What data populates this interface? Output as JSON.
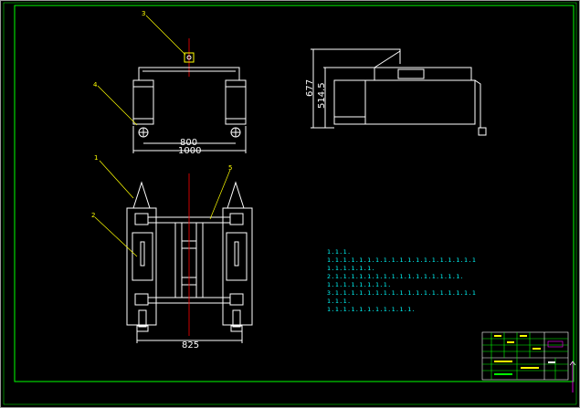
{
  "drawing": {
    "colors": {
      "background": "#000000",
      "frame": "#00ff00",
      "part": "#ffffff",
      "leader": "#ffff00",
      "centerline": "#ff0000",
      "notes": "#00ffff",
      "titleblock": "#ffff00"
    },
    "callouts": [
      "1",
      "2",
      "3",
      "4",
      "5"
    ],
    "front_view": {
      "dim_inner": "800",
      "dim_outer": "1000"
    },
    "side_view": {
      "dim_height_outer": "677",
      "dim_height_inner": "514.5"
    },
    "top_view": {
      "dim_width": "825"
    },
    "notes": [
      "1.1.1.",
      "1.1.1.1.1.1.1.1.1.1.1.1.1.1.1.1.1.1.1",
      "1.1.1.1.1.1.",
      "2.1.1.1.1.1.1.1.1.1.1.1.1.1.1.1.1.",
      "1.1.1.1.1.1.1.1.",
      "3.1.1.1.1.1.1.1.1.1.1.1.1.1.1.1.1.1.1",
      "1.1.1.",
      "1.1.1.1.1.1.1.1.1.1.1."
    ]
  }
}
